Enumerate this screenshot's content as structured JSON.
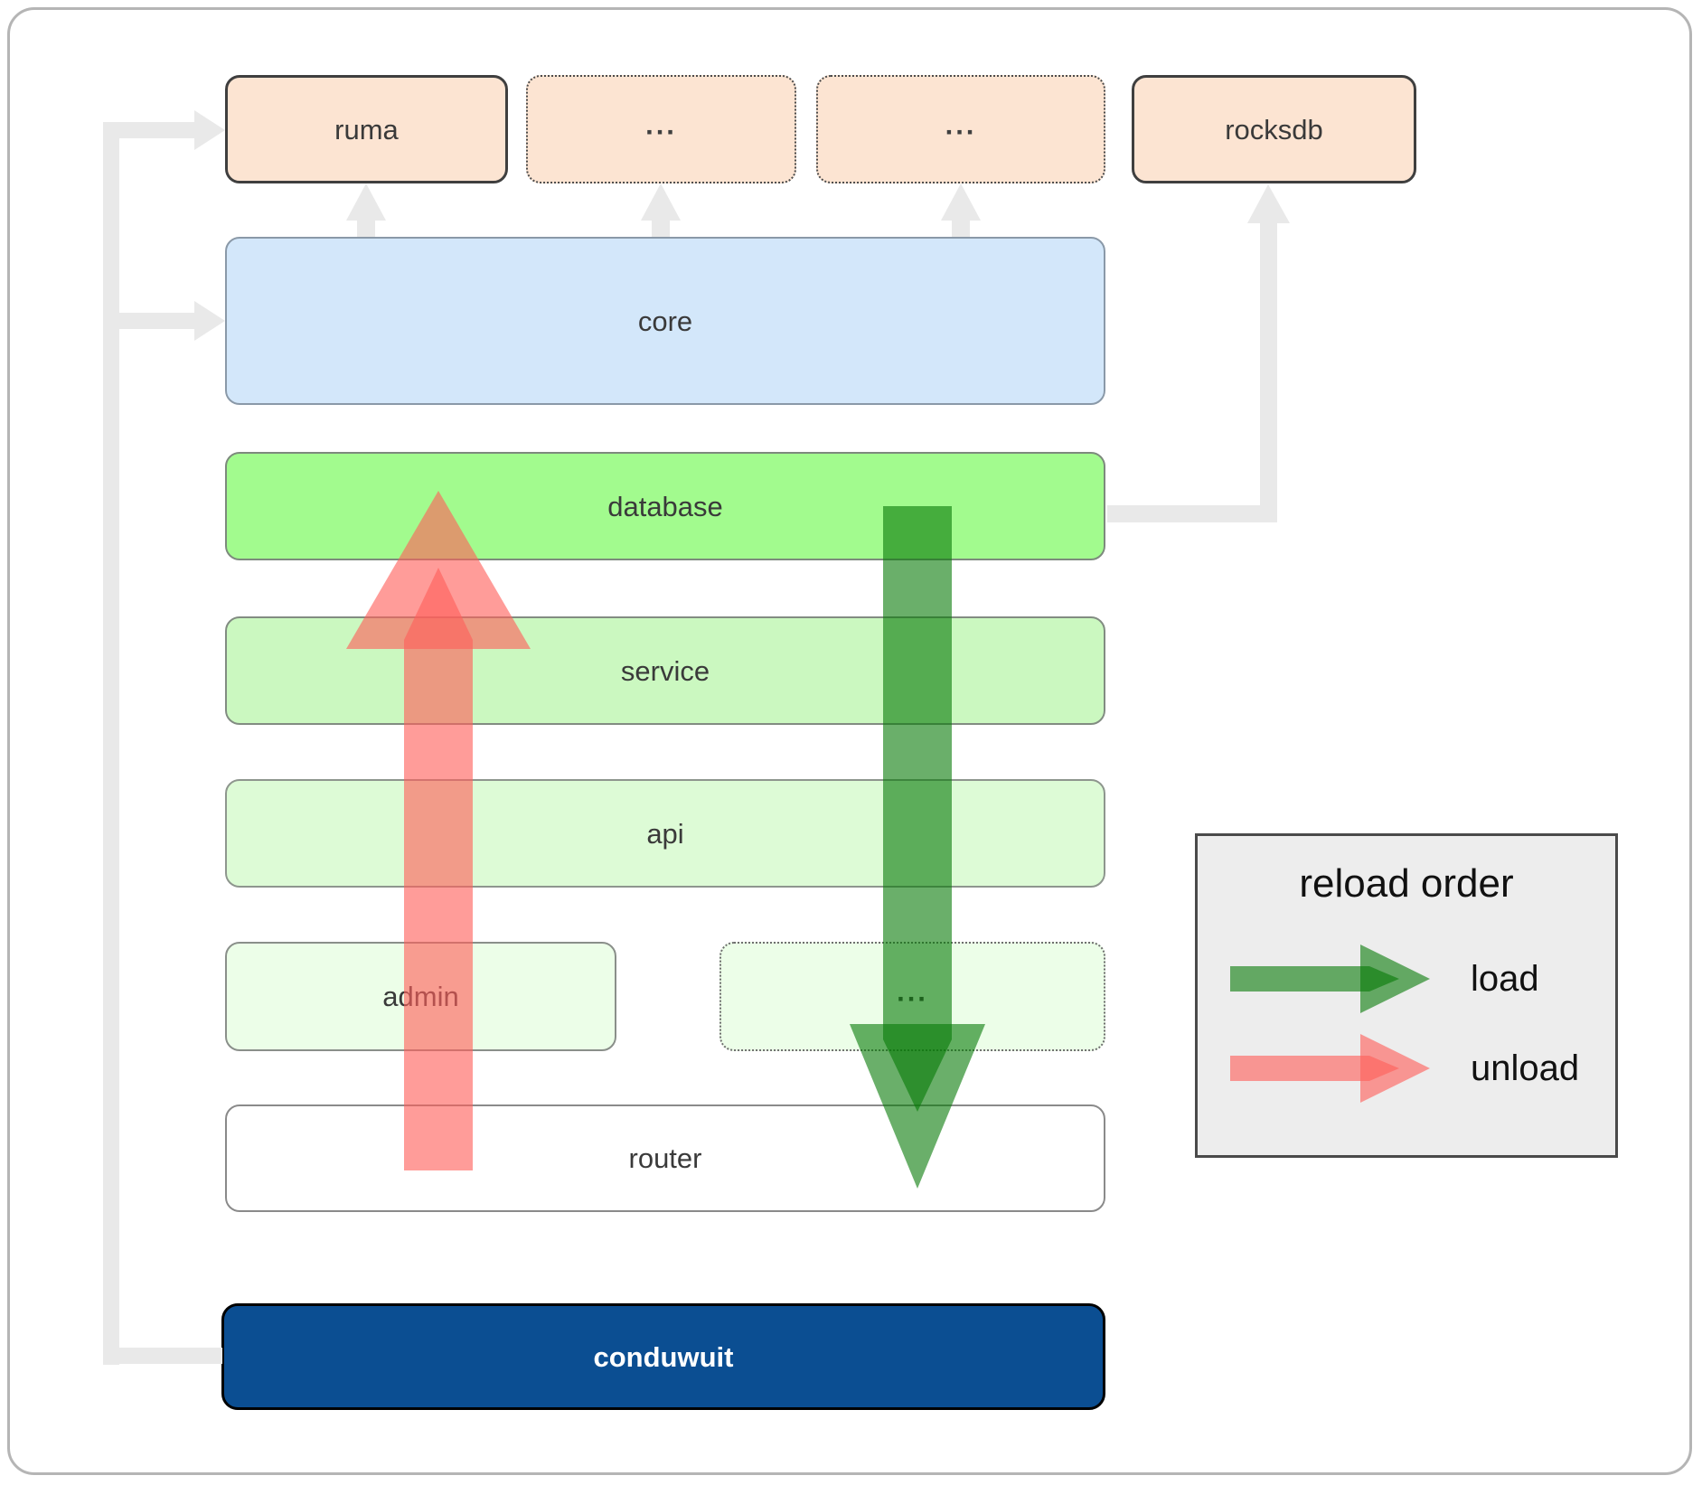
{
  "diagram": {
    "top_row": [
      {
        "label": "ruma",
        "style": "solid"
      },
      {
        "label": "...",
        "style": "dotted"
      },
      {
        "label": "...",
        "style": "dotted"
      },
      {
        "label": "rocksdb",
        "style": "solid"
      }
    ],
    "stack": [
      {
        "label": "core"
      },
      {
        "label": "database"
      },
      {
        "label": "service"
      },
      {
        "label": "api"
      }
    ],
    "split_row": [
      {
        "label": "admin",
        "style": "solid"
      },
      {
        "label": "...",
        "style": "dotted"
      }
    ],
    "router_label": "router",
    "app_label": "conduwuit"
  },
  "legend": {
    "title": "reload order",
    "items": [
      {
        "label": "load",
        "color": "#077a07"
      },
      {
        "label": "unload",
        "color": "#ff5f5b"
      }
    ]
  },
  "colors": {
    "peach_fill": "#fce4d2",
    "core_fill": "#d3e7fa",
    "database_fill": "#a2fb8e",
    "service_fill": "#cbf8c0",
    "api_fill": "#ddfbd6",
    "admin_fill": "#ecfee8",
    "router_fill": "#ffffff",
    "app_fill": "#0b4e92",
    "load_arrow": "#077a07",
    "unload_arrow": "#ff5f5b",
    "connector_gray": "#e9e9e9"
  }
}
